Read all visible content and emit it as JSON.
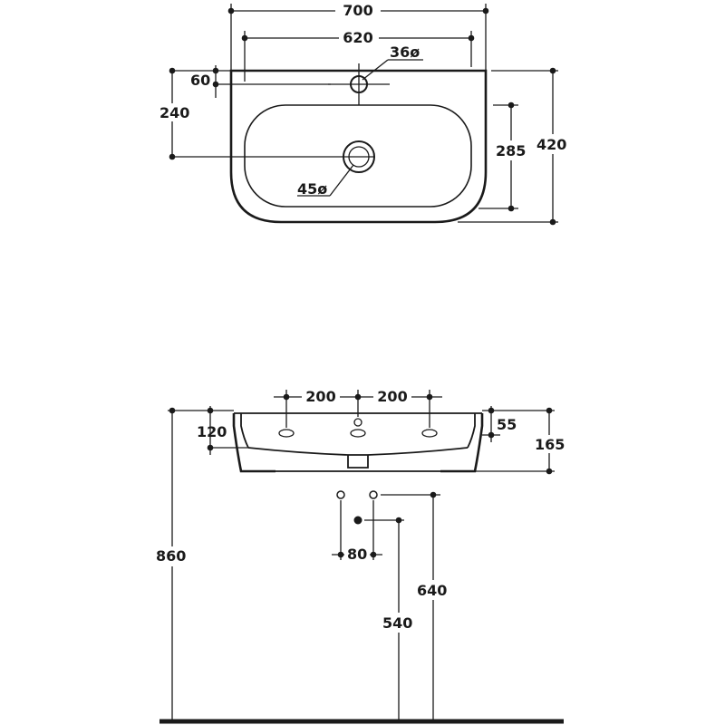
{
  "top_view": {
    "width_overall": "700",
    "width_inner": "620",
    "tap_hole": "36ø",
    "tap_offset": "60",
    "drain_offset": "240",
    "bowl_depth": "285",
    "depth_overall": "420",
    "drain_hole": "45ø"
  },
  "front_view": {
    "hole_spacing_left": "200",
    "hole_spacing_right": "200",
    "overflow_height": "120",
    "rim_height": "55",
    "basin_height": "165",
    "mount_height": "860",
    "pipe_spacing": "80",
    "supply_height": "540",
    "waste_height": "640"
  }
}
